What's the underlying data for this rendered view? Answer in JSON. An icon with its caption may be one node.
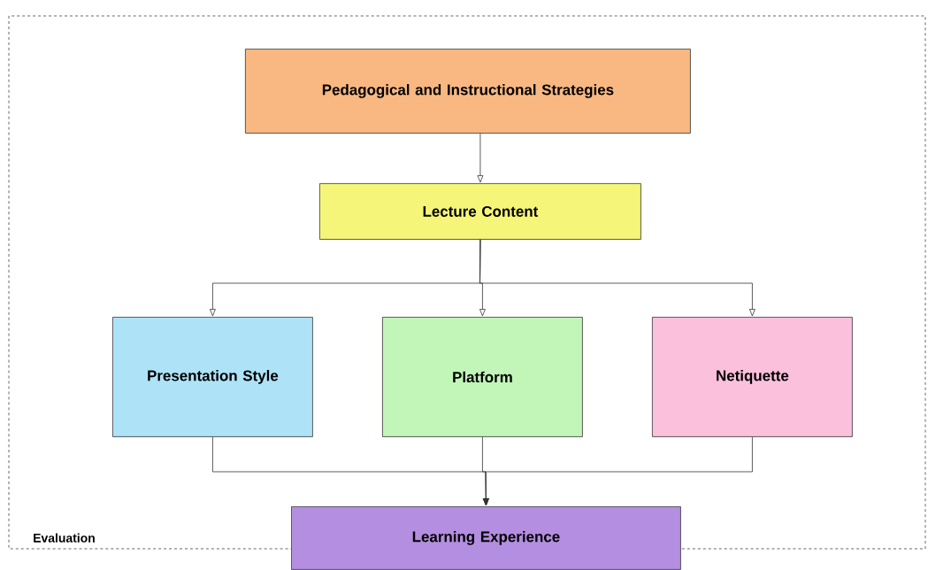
{
  "diagram": {
    "nodes": [
      {
        "text": [
          "Evaluation"
        ]
      },
      {
        "text": [
          "Pedagogical and Instructional Strategies"
        ],
        "in": 0
      },
      {
        "text": [
          "Lecture Content"
        ],
        "in": 0
      },
      {
        "text": [
          "Presentation Style"
        ],
        "in": 0
      },
      {
        "text": [
          "Platform"
        ],
        "in": 0
      },
      {
        "text": [
          "Netiquette"
        ],
        "in": 0
      },
      {
        "text": [
          "Learning Experience"
        ]
      }
    ],
    "edges": [
      {
        "from": 1,
        "to": 2,
        "arrow": "to"
      },
      {
        "from": 2,
        "to": 3,
        "arrow": "to"
      },
      {
        "from": 2,
        "to": 4,
        "arrow": "to"
      },
      {
        "from": 2,
        "to": 5,
        "arrow": "to"
      },
      {
        "from": 3,
        "to": 6,
        "arrow": "to"
      },
      {
        "from": 4,
        "to": 6,
        "arrow": "to"
      },
      {
        "from": 5,
        "to": 6,
        "arrow": "to"
      }
    ]
  }
}
